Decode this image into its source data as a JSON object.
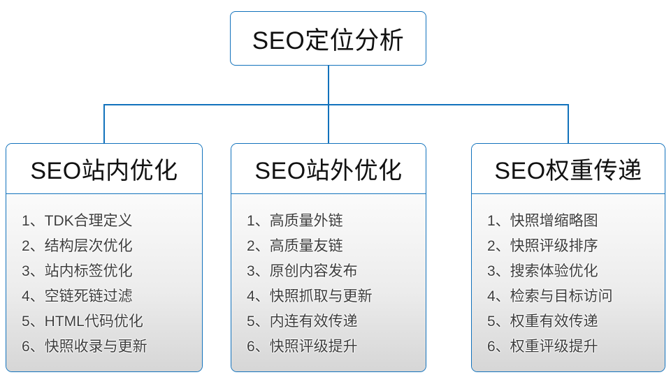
{
  "diagram": {
    "root": {
      "label": "SEO定位分析"
    },
    "columns": [
      {
        "title": "SEO站内优化",
        "items": [
          "1、TDK合理定义",
          "2、结构层次优化",
          "3、站内标签优化",
          "4、空链死链过滤",
          "5、HTML代码优化",
          "6、快照收录与更新"
        ]
      },
      {
        "title": "SEO站外优化",
        "items": [
          "1、高质量外链",
          "2、高质量友链",
          "3、原创内容发布",
          "4、快照抓取与更新",
          "5、内连有效传递",
          "6、快照评级提升"
        ]
      },
      {
        "title": "SEO权重传递",
        "items": [
          "1、快照增缩略图",
          "2、快照评级排序",
          "3、搜索体验优化",
          "4、检索与目标访问",
          "5、权重有效传递",
          "6、权重评级提升"
        ]
      }
    ],
    "colors": {
      "line": "#1272bc",
      "header_text": "#111111",
      "item_text": "#3d3d3d",
      "body_gradient_top": "#fbfbfb",
      "body_gradient_bottom": "#d6d6d6"
    }
  }
}
